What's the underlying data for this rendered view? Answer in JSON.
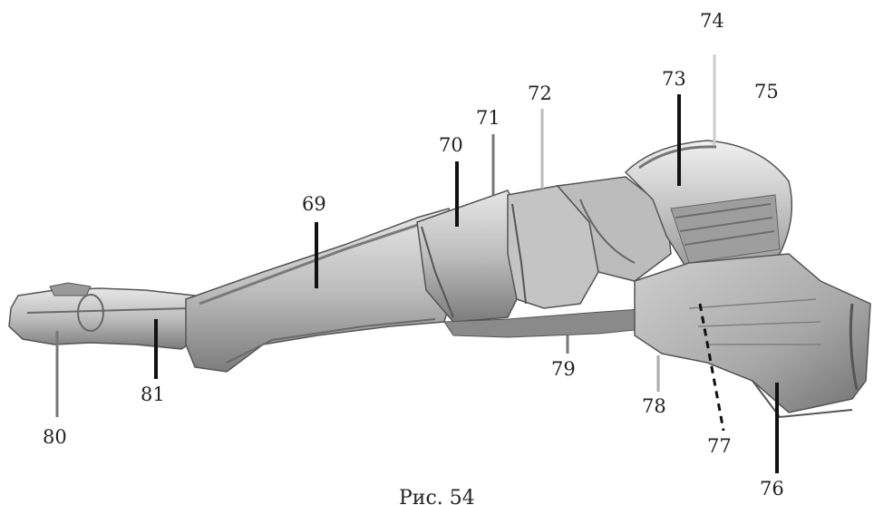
{
  "figure": {
    "caption": "Рис. 54",
    "labels": [
      "69",
      "70",
      "71",
      "72",
      "73",
      "74",
      "75",
      "76",
      "77",
      "78",
      "79",
      "80",
      "81"
    ]
  }
}
